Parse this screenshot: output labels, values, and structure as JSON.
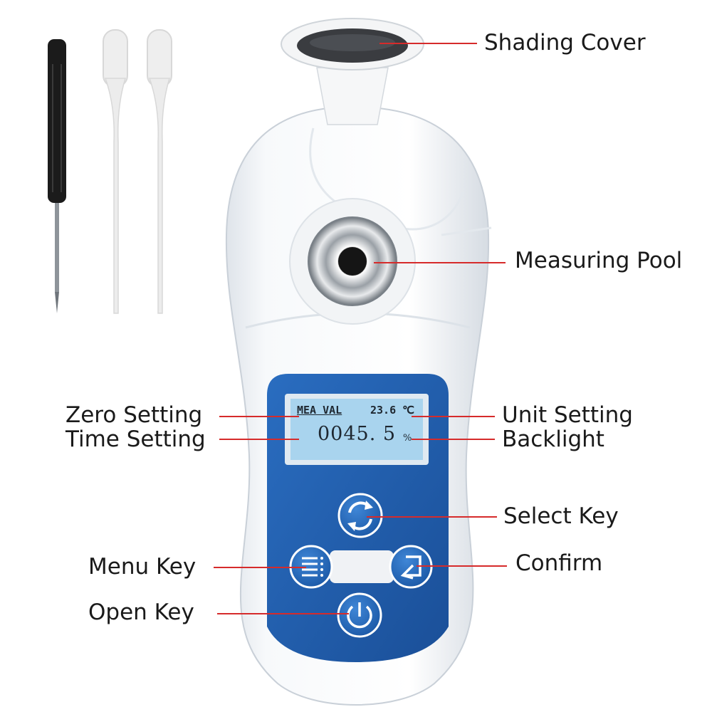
{
  "callouts": {
    "shading_cover": "Shading Cover",
    "measuring_pool": "Measuring Pool",
    "zero_setting": "Zero Setting",
    "time_setting": "Time Setting",
    "unit_setting": "Unit Setting",
    "backlight": "Backlight",
    "select_key": "Select Key",
    "menu_key": "Menu Key",
    "confirm": "Confirm",
    "open_key": "Open Key"
  },
  "display": {
    "status": "MEA VAL",
    "temperature": "23.6 ℃",
    "reading": "0045. 5",
    "unit": "%"
  },
  "colors": {
    "leader_line": "#d62b2b",
    "panel_blue": "#1f5fae",
    "lcd_background": "#a9d4ee",
    "body_white": "#f4f6f8"
  },
  "icons": {
    "select_key": "refresh-arrows-icon",
    "menu_key": "menu-list-icon",
    "confirm_key": "enter-return-icon",
    "open_key": "power-icon"
  }
}
